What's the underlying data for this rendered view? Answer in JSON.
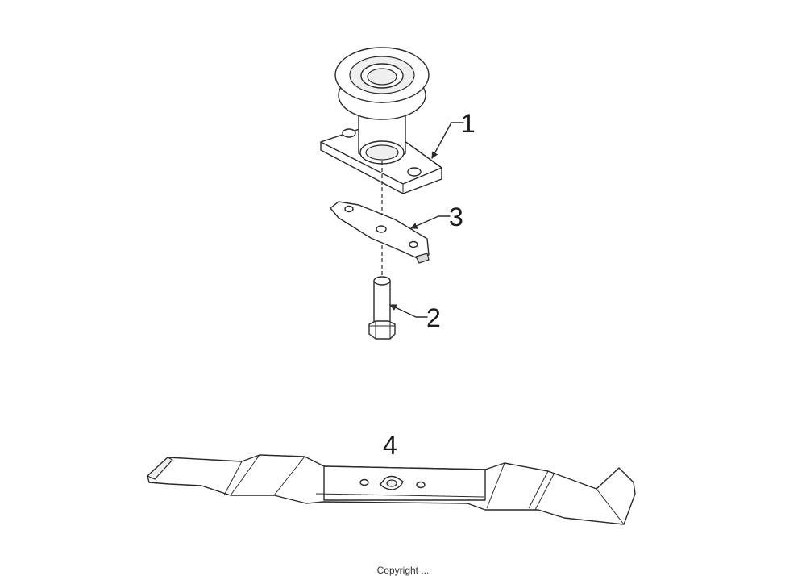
{
  "callouts": [
    {
      "id": "1",
      "label": "1"
    },
    {
      "id": "2",
      "label": "2"
    },
    {
      "id": "3",
      "label": "3"
    },
    {
      "id": "4",
      "label": "4"
    }
  ],
  "footer_text": "Copyright ..."
}
